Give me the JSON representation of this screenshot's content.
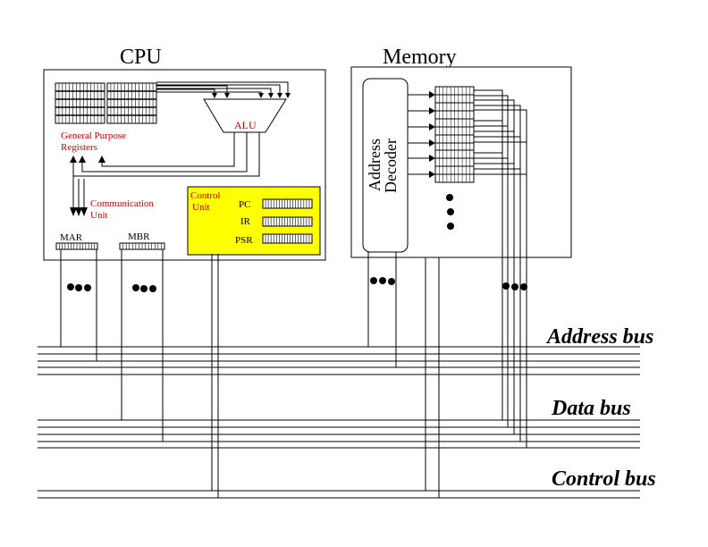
{
  "colors": {
    "line": "#000000",
    "accent_text": "#cc0000",
    "control_fill": "#ffff00",
    "background": "#ffffff"
  },
  "cpu": {
    "title": "CPU",
    "alu_label": "ALU",
    "gpr_label_line1": "General Purpose",
    "gpr_label_line2": "Registers",
    "comm_label_line1": "Communication",
    "comm_label_line2": "Unit",
    "mar_label": "MAR",
    "mbr_label": "MBR",
    "control_unit": {
      "label_line1": "Control",
      "label_line2": "Unit",
      "registers": [
        "PC",
        "IR",
        "PSR"
      ]
    }
  },
  "memory": {
    "title": "Memory",
    "decoder_line1": "Address",
    "decoder_line2": "Decoder"
  },
  "buses": {
    "address": "Address bus",
    "data": "Data bus",
    "control": "Control bus"
  }
}
